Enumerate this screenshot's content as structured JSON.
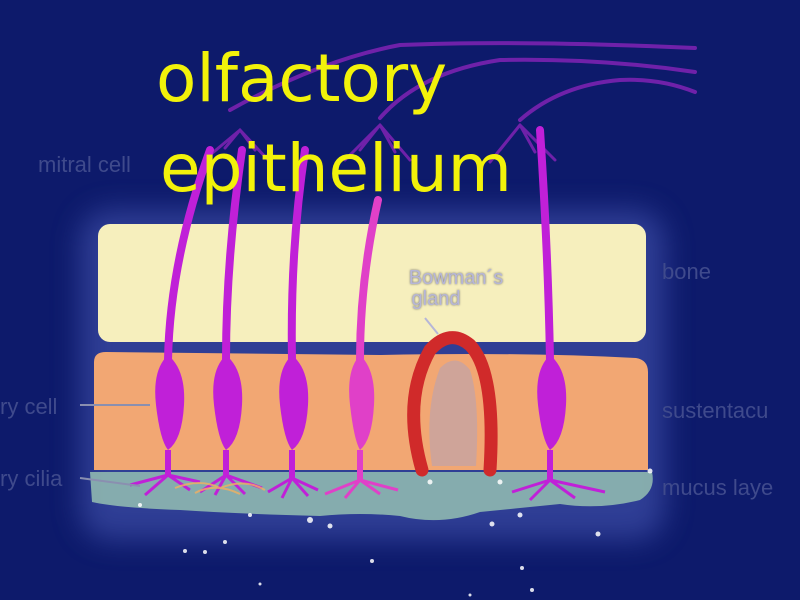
{
  "title": {
    "line1": "olfactory",
    "line2": "epithelium"
  },
  "labels": {
    "mitral_cell": "mitral cell",
    "receptor_cell": "ry cell",
    "receptor_cilia": "ry cilia",
    "bone": "bone",
    "sustentacular": "sustentacu",
    "mucus_layer": "mucus laye",
    "bowmans_gland_line1": "Bowman´s",
    "bowmans_gland_line2": "gland"
  },
  "colors": {
    "background": "#0d1a6b",
    "bone": "#f6efbd",
    "epithelium": "#f2a773",
    "mucus": "#8fb8b0",
    "neuron": "#c020d8",
    "gland": "#d02a2a",
    "title": "#f2f20a"
  }
}
